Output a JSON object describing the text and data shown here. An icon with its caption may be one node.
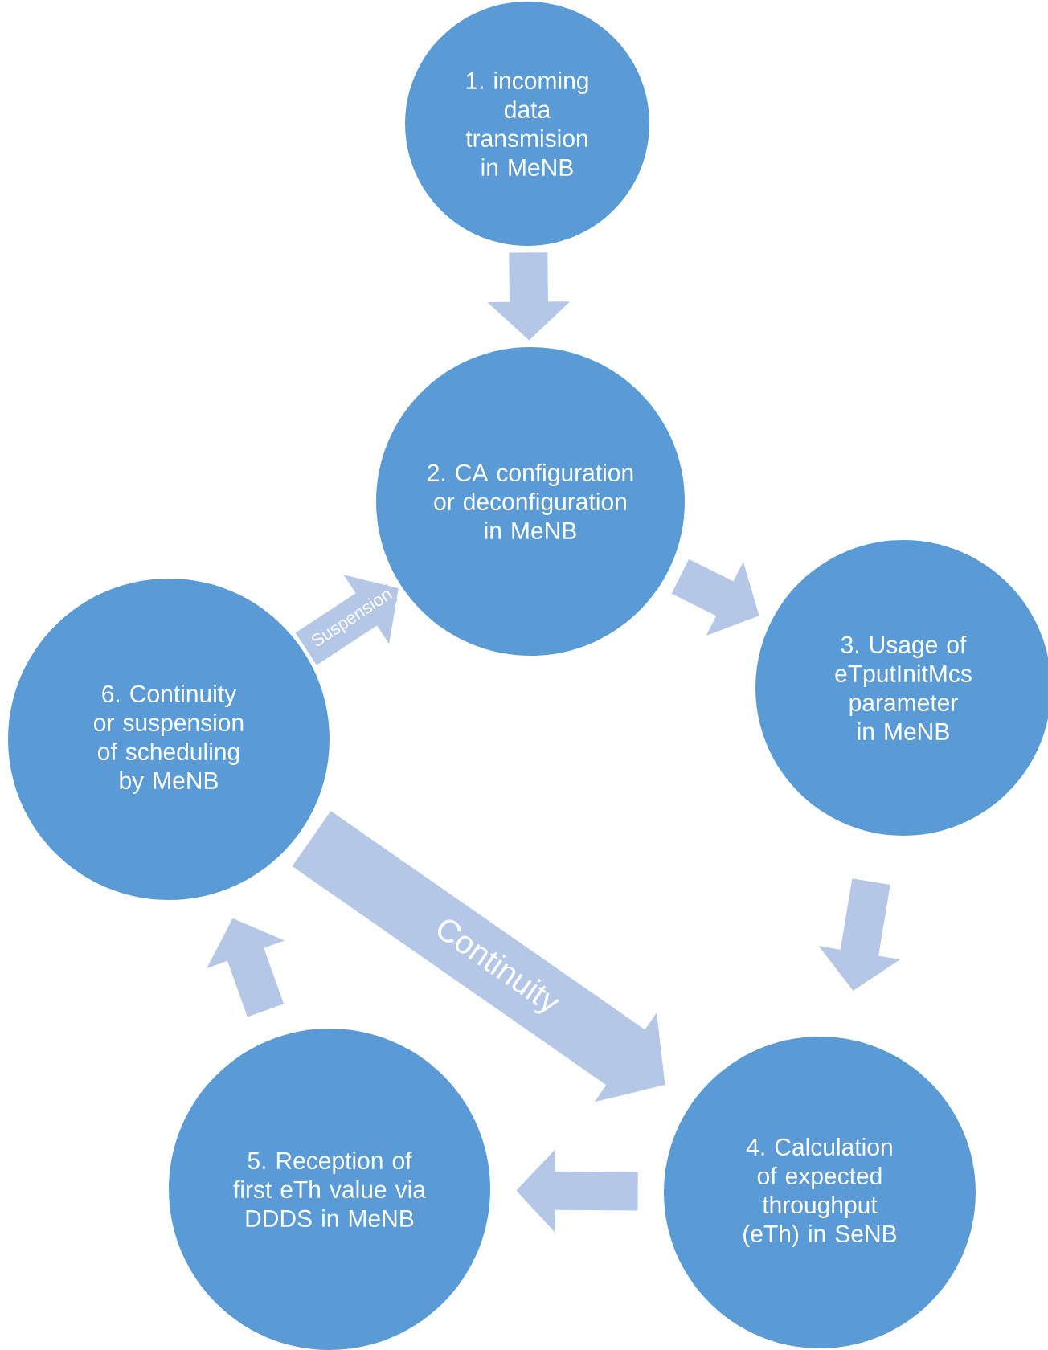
{
  "diagram": {
    "nodes": [
      {
        "text": [
          "1. incoming data transmision in MeNB"
        ]
      },
      {
        "text": [
          "2. CA configuration or deconfiguration in MeNB"
        ]
      },
      {
        "text": [
          "3. Usage of eTputInitMcs parameter in MeNB"
        ]
      },
      {
        "text": [
          "4. Calculation of expected throughput (eTh) in SeNB"
        ]
      },
      {
        "text": [
          "5. Reception of first eTh value via DDDS in MeNB"
        ]
      },
      {
        "text": [
          "6. Continuity or suspension of scheduling by MeNB"
        ]
      }
    ],
    "edges": [
      {
        "from": 0,
        "to": 1,
        "arrow": "to"
      },
      {
        "from": 1,
        "to": 2,
        "arrow": "to"
      },
      {
        "from": 2,
        "to": 3,
        "arrow": "to"
      },
      {
        "from": 3,
        "to": 4,
        "arrow": "to"
      },
      {
        "from": 4,
        "to": 5,
        "arrow": "to"
      },
      {
        "from": 5,
        "to": 1,
        "arrow": "to",
        "label": "Suspension"
      },
      {
        "from": 5,
        "to": 3,
        "arrow": "to",
        "label": "Continuity"
      }
    ]
  }
}
